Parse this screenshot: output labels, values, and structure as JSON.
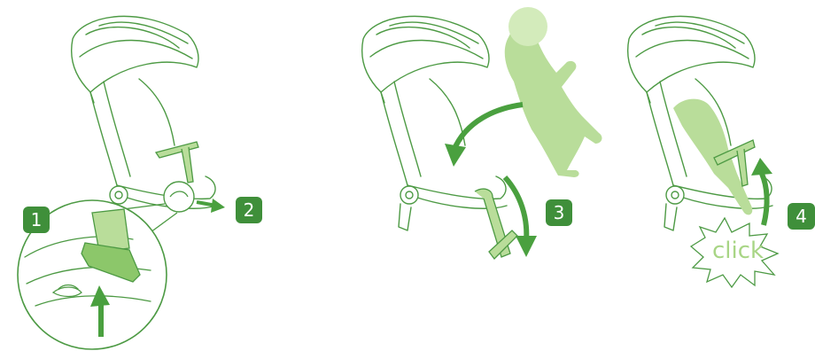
{
  "steps": [
    {
      "number": "1"
    },
    {
      "number": "2"
    },
    {
      "number": "3"
    },
    {
      "number": "4"
    }
  ],
  "click_label": "click",
  "colors": {
    "line": "#4d9a44",
    "fill_light": "#b9dd9a",
    "fill_mid": "#8cc76a",
    "arrow": "#4aa03f",
    "badge": "#3f8f3a"
  }
}
